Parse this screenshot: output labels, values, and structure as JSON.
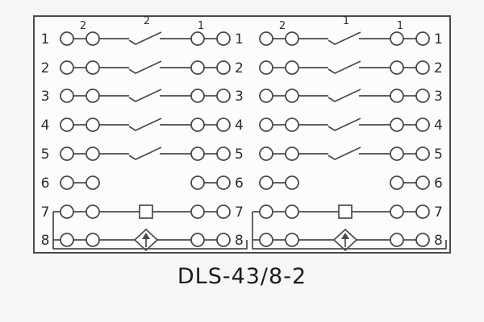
{
  "caption": "DLS-43/8-2",
  "colors": {
    "line": "#4a4a4a",
    "text": "#2f2f2f",
    "background": "#f6f6f4",
    "panel": "#fcfcfb"
  },
  "diagram": {
    "row_count": 8,
    "rows": [
      {
        "num": "1",
        "middle": "switch"
      },
      {
        "num": "2",
        "middle": "switch"
      },
      {
        "num": "3",
        "middle": "switch"
      },
      {
        "num": "4",
        "middle": "switch"
      },
      {
        "num": "5",
        "middle": "switch"
      },
      {
        "num": "6",
        "middle": "none"
      },
      {
        "num": "7",
        "middle": "square"
      },
      {
        "num": "8",
        "middle": "rectifier"
      }
    ],
    "blocks": [
      {
        "id": "left-block",
        "show_left_labels": true,
        "superscripts": {
          "pair": "2",
          "switch": "2",
          "right_pair": "1"
        }
      },
      {
        "id": "right-block",
        "show_left_labels": false,
        "superscripts": {
          "pair": "2",
          "switch": "1",
          "right_pair": "1"
        }
      }
    ],
    "symbols": {
      "square": "flag-square-symbol",
      "rectifier": "diode-diamond-symbol"
    }
  }
}
